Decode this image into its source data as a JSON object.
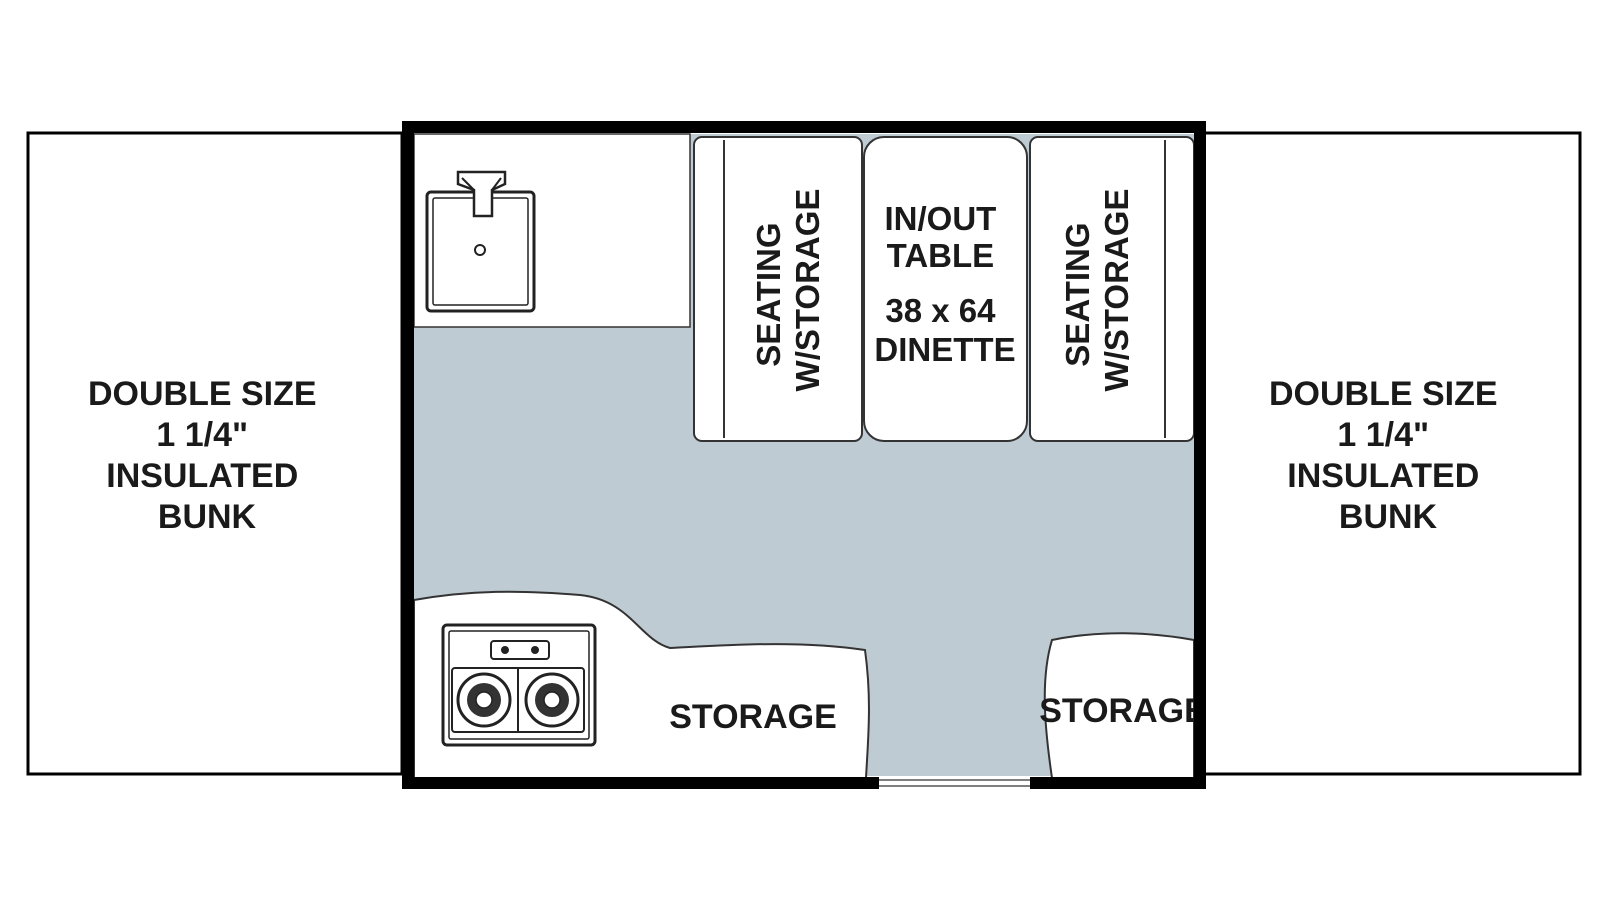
{
  "colors": {
    "floor": "#bfcbd3",
    "wall": "#000000",
    "fixture_stroke": "#222222",
    "background": "#ffffff"
  },
  "left_bunk": {
    "line1": "DOUBLE SIZE",
    "line2": "1 1/4\"",
    "line3": "INSULATED",
    "line4": "BUNK"
  },
  "right_bunk": {
    "line1": "DOUBLE SIZE",
    "line2": "1 1/4\"",
    "line3": "INSULATED",
    "line4": "BUNK"
  },
  "seating_left": {
    "line1": "SEATING",
    "line2": "W/STORAGE"
  },
  "seating_right": {
    "line1": "SEATING",
    "line2": "W/STORAGE"
  },
  "table": {
    "line1": "IN/OUT",
    "line2": "TABLE",
    "line3": "38 x 64",
    "line4": "DINETTE"
  },
  "storage_left": {
    "label": "STORAGE"
  },
  "storage_right": {
    "label": "STORAGE"
  },
  "icons": {
    "sink": "sink-icon",
    "stove": "stove-icon"
  }
}
